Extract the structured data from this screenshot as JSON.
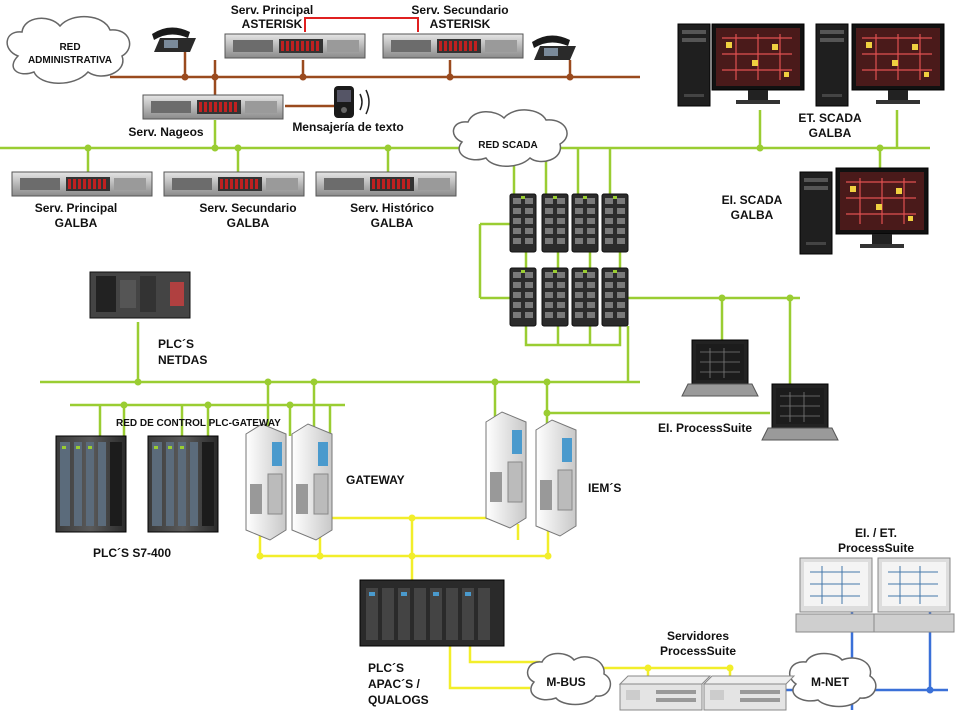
{
  "colors": {
    "admin_network": "#9a4a1e",
    "scada_network": "#9acd32",
    "field_bus": "#f2ee2a",
    "mnet": "#3a70d8",
    "redundancy_link": "#e02020"
  },
  "labels": {
    "red_admin": [
      "RED",
      "ADMINISTRATIVA"
    ],
    "red_scada": "RED SCADA",
    "asterisk_principal": [
      "Serv. Principal",
      "ASTERISK"
    ],
    "asterisk_secundario": [
      "Serv. Secundario",
      "ASTERISK"
    ],
    "nageos": "Serv. Nageos",
    "sms": "Mensajería de texto",
    "galba_principal": [
      "Serv. Principal",
      "GALBA"
    ],
    "galba_secundario": [
      "Serv. Secundario",
      "GALBA"
    ],
    "galba_historico": [
      "Serv. Histórico",
      "GALBA"
    ],
    "et_scada": [
      "ET. SCADA",
      "GALBA"
    ],
    "ei_scada": [
      "EI. SCADA",
      "GALBA"
    ],
    "plc_netdas": [
      "PLC´S",
      "NETDAS"
    ],
    "red_control": "RED DE CONTROL PLC-GATEWAY",
    "gateway": "GATEWAY",
    "iems": "IEM´S",
    "plc_s7": "PLC´S S7-400",
    "ei_processsuite": "EI. ProcessSuite",
    "ei_et_processsuite": [
      "EI. / ET.",
      "ProcessSuite"
    ],
    "servidores_processsuite": [
      "Servidores",
      "ProcessSuite"
    ],
    "plc_apacs": [
      "PLC´S",
      "APAC´S /",
      "QUALOGS"
    ],
    "mbus": "M-BUS",
    "mnet": "M-NET"
  }
}
